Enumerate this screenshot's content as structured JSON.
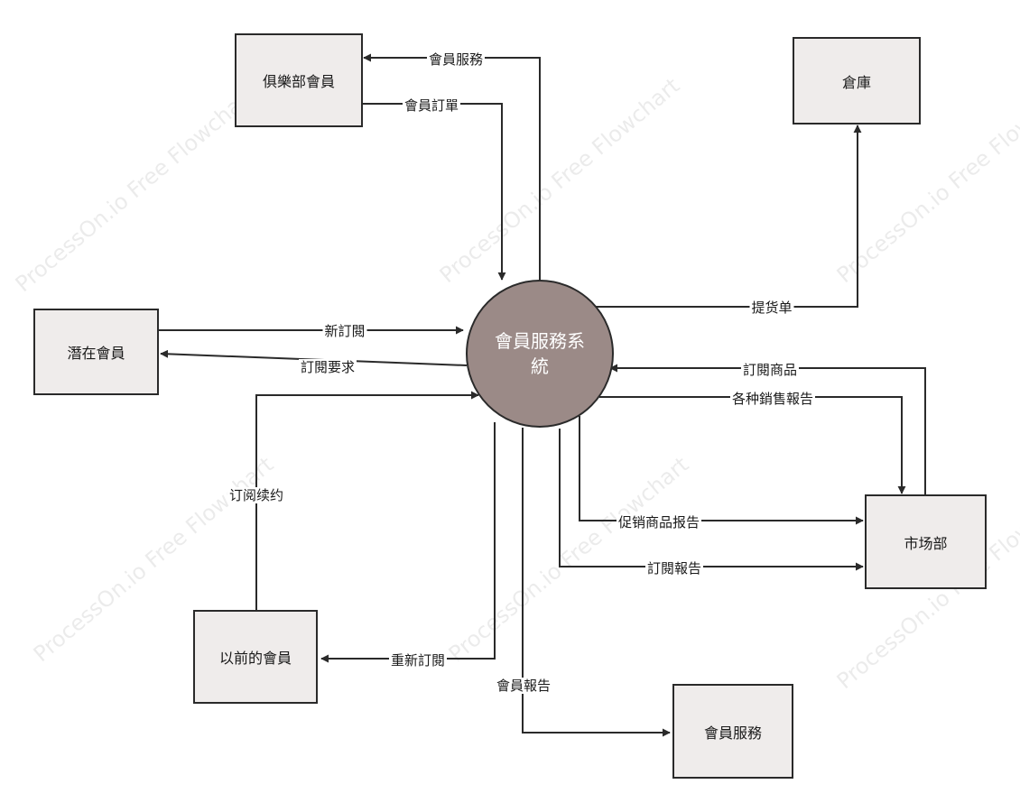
{
  "watermark": "ProcessOn.io Free Flowchart",
  "nodes": {
    "center": "會員服務系統",
    "club_member": "俱樂部會員",
    "warehouse": "倉庫",
    "potential_member": "潛在會員",
    "marketing": "市场部",
    "former_member": "以前的會員",
    "member_service": "會員服務"
  },
  "edges": {
    "member_service_flow": "會員服務",
    "member_order": "會員訂單",
    "delivery_note": "提货单",
    "new_subscription": "新訂閱",
    "subscription_request": "訂閱要求",
    "renewal": "订阅续约",
    "subscribed_goods": "訂閱商品",
    "sales_reports": "各种銷售報告",
    "promo_report": "促销商品报告",
    "subscription_report": "訂閱報告",
    "resubscribe": "重新訂閱",
    "member_report": "會員報告"
  },
  "colors": {
    "center_fill": "#9b8a87",
    "node_fill": "#efeceb",
    "line": "#2a2a2a"
  }
}
